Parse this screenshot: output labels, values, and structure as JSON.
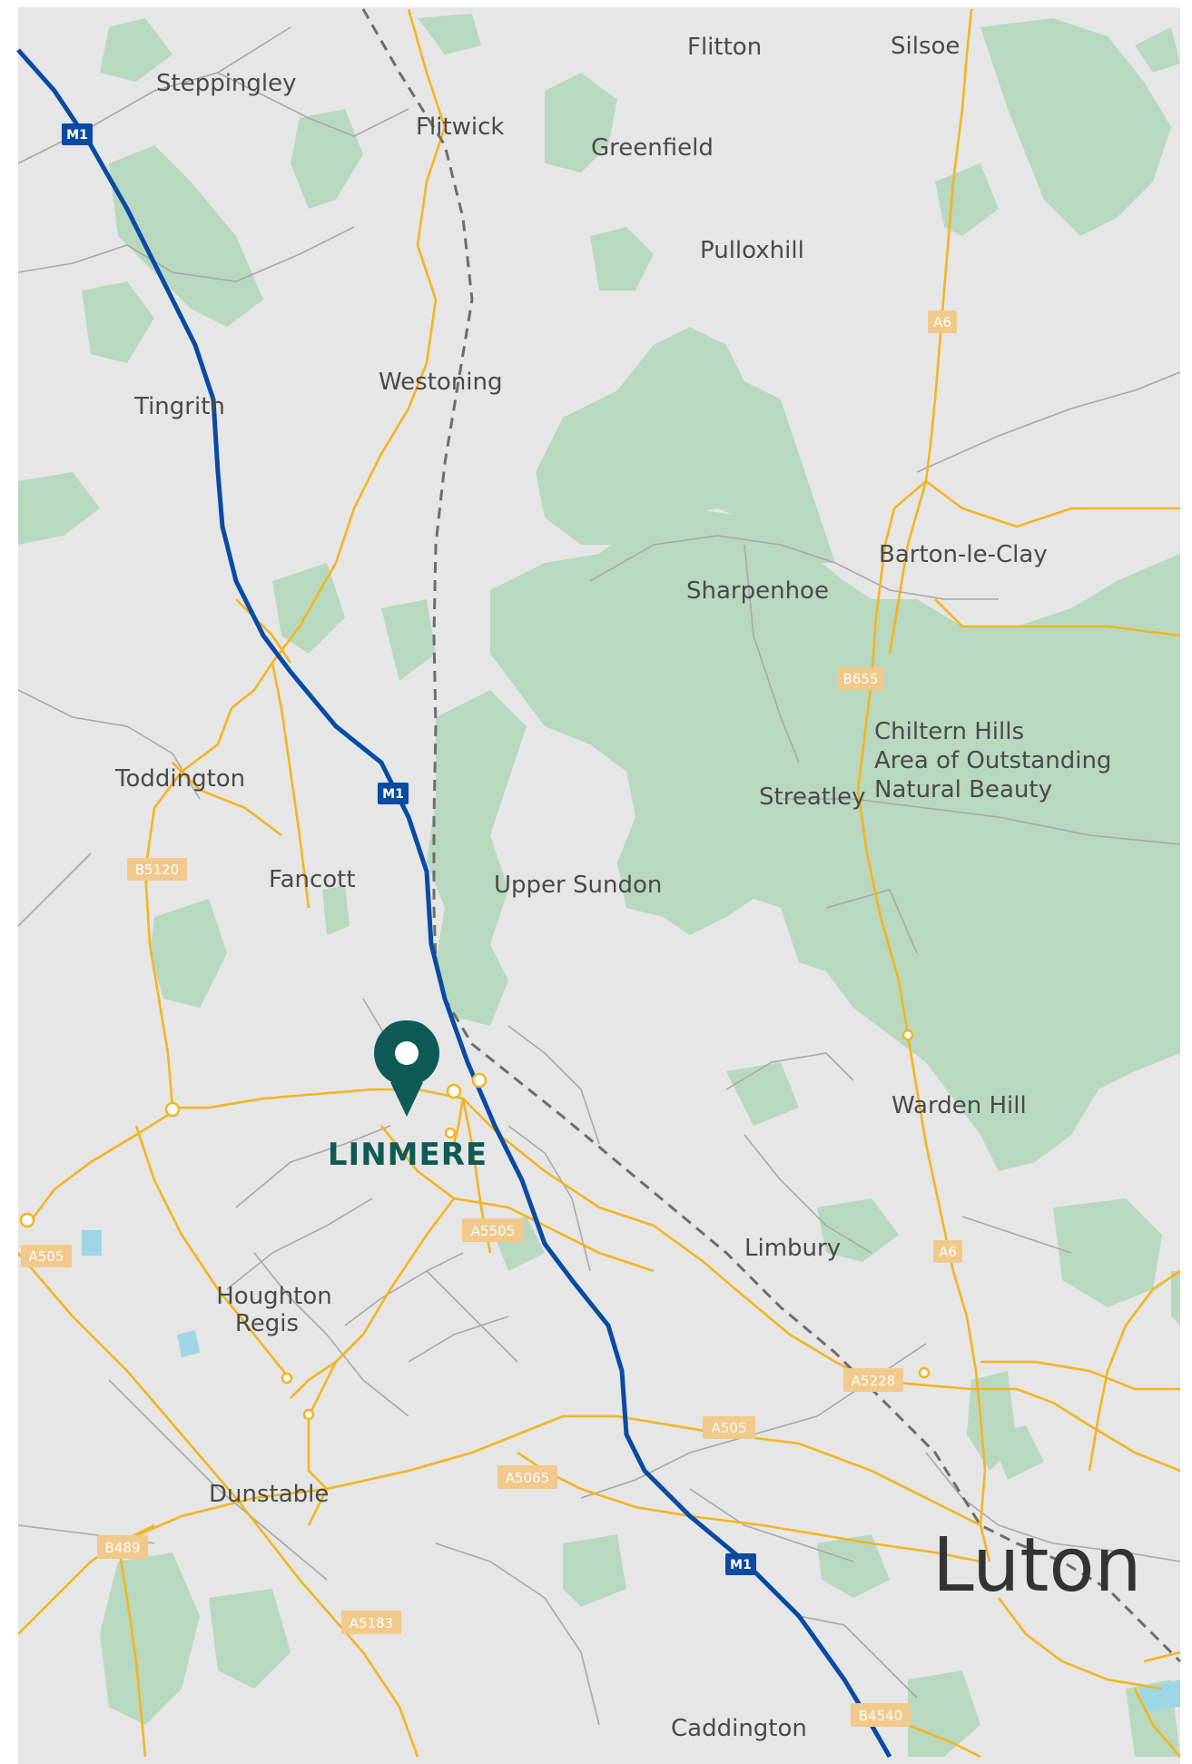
{
  "map": {
    "colors": {
      "land": "#e6e6e6",
      "green": "#b9d8c0",
      "a_road": "#f3b521",
      "minor_road": "#a8a8a8",
      "motorway": "#0b4aa2",
      "railway": "#6d6d6d",
      "shield_a": "#f1c98b",
      "shield_m": "#0b4aa2",
      "marker": "#0f5a55"
    },
    "places": {
      "steppingley": "Steppingley",
      "flitwick": "Flitwick",
      "flitton": "Flitton",
      "silsoe": "Silsoe",
      "greenfield": "Greenfield",
      "pulloxhill": "Pulloxhill",
      "westoning": "Westoning",
      "tingrith": "Tingrith",
      "barton": "Barton-le-Clay",
      "sharpenhoe": "Sharpenhoe",
      "chiltern_1": "Chiltern Hills",
      "chiltern_2": "Area of Outstanding",
      "chiltern_3": "Natural Beauty",
      "streatley": "Streatley",
      "toddington": "Toddington",
      "fancott": "Fancott",
      "upper_sundon": "Upper Sundon",
      "warden_hill": "Warden Hill",
      "limbury": "Limbury",
      "houghton_1": "Houghton",
      "houghton_2": "Regis",
      "dunstable": "Dunstable",
      "caddington": "Caddington",
      "luton": "Luton"
    },
    "roads": {
      "m1_top": "M1",
      "m1_mid": "M1",
      "m1_bottom": "M1",
      "a6_top": "A6",
      "a6_mid": "A6",
      "b655": "B655",
      "b5120": "B5120",
      "a505_left": "A505",
      "a505_right": "A505",
      "a5505": "A5505",
      "a5228": "A5228",
      "a5065": "A5065",
      "b489": "B489",
      "a5183": "A5183",
      "b4540": "B4540"
    },
    "marker": {
      "icon": "location-pin-icon",
      "label": "LINMERE"
    }
  }
}
